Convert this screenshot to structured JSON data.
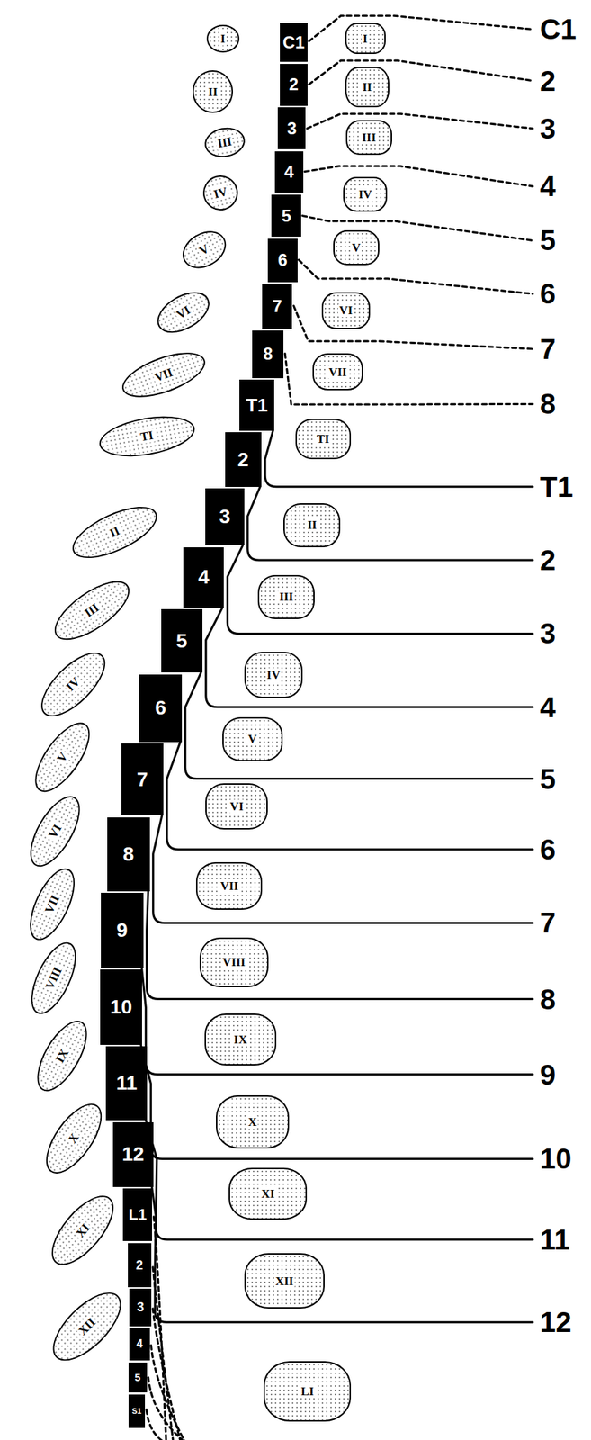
{
  "diagram": {
    "nodes": [
      {
        "text": [
          "C1"
        ]
      },
      {
        "text": [
          "2"
        ]
      },
      {
        "text": [
          "3"
        ]
      },
      {
        "text": [
          "4"
        ]
      },
      {
        "text": [
          "5"
        ]
      },
      {
        "text": [
          "6"
        ]
      },
      {
        "text": [
          "7"
        ]
      },
      {
        "text": [
          "8"
        ]
      },
      {
        "text": [
          "T1"
        ]
      },
      {
        "text": [
          "2"
        ]
      },
      {
        "text": [
          "3"
        ]
      },
      {
        "text": [
          "4"
        ]
      },
      {
        "text": [
          "5"
        ]
      },
      {
        "text": [
          "6"
        ]
      },
      {
        "text": [
          "7"
        ]
      },
      {
        "text": [
          "8"
        ]
      },
      {
        "text": [
          "9"
        ]
      },
      {
        "text": [
          "10"
        ]
      },
      {
        "text": [
          "11"
        ]
      },
      {
        "text": [
          "12"
        ]
      },
      {
        "text": [
          "L1"
        ]
      },
      {
        "text": [
          "2"
        ]
      },
      {
        "text": [
          "3"
        ]
      },
      {
        "text": [
          "4"
        ]
      },
      {
        "text": [
          "5"
        ]
      },
      {
        "text": [
          "S1"
        ]
      },
      {
        "text": [
          "I"
        ]
      },
      {
        "text": [
          "II"
        ]
      },
      {
        "text": [
          "III"
        ]
      },
      {
        "text": [
          "IV"
        ]
      },
      {
        "text": [
          "V"
        ]
      },
      {
        "text": [
          "VI"
        ]
      },
      {
        "text": [
          "VII"
        ]
      },
      {
        "text": [
          "TI"
        ]
      },
      {
        "text": [
          "II"
        ]
      },
      {
        "text": [
          "III"
        ]
      },
      {
        "text": [
          "IV"
        ]
      },
      {
        "text": [
          "V"
        ]
      },
      {
        "text": [
          "VI"
        ]
      },
      {
        "text": [
          "VII"
        ]
      },
      {
        "text": [
          "VIII"
        ]
      },
      {
        "text": [
          "IX"
        ]
      },
      {
        "text": [
          "X"
        ]
      },
      {
        "text": [
          "XI"
        ]
      },
      {
        "text": [
          "XII"
        ]
      },
      {
        "text": [
          "I"
        ]
      },
      {
        "text": [
          "II"
        ]
      },
      {
        "text": [
          "III"
        ]
      },
      {
        "text": [
          "IV"
        ]
      },
      {
        "text": [
          "V"
        ]
      },
      {
        "text": [
          "VI"
        ]
      },
      {
        "text": [
          "VII"
        ]
      },
      {
        "text": [
          "TI"
        ]
      },
      {
        "text": [
          "II"
        ]
      },
      {
        "text": [
          "III"
        ]
      },
      {
        "text": [
          "IV"
        ]
      },
      {
        "text": [
          "V"
        ]
      },
      {
        "text": [
          "VI"
        ]
      },
      {
        "text": [
          "VII"
        ]
      },
      {
        "text": [
          "VIII"
        ]
      },
      {
        "text": [
          "IX"
        ]
      },
      {
        "text": [
          "X"
        ]
      },
      {
        "text": [
          "XI"
        ]
      },
      {
        "text": [
          "XII"
        ]
      },
      {
        "text": [
          "LI"
        ]
      }
    ],
    "labels": [
      "C1",
      "2",
      "3",
      "4",
      "5",
      "6",
      "7",
      "8",
      "T1",
      "2",
      "3",
      "4",
      "5",
      "6",
      "7",
      "8",
      "9",
      "10",
      "11",
      "12"
    ]
  }
}
